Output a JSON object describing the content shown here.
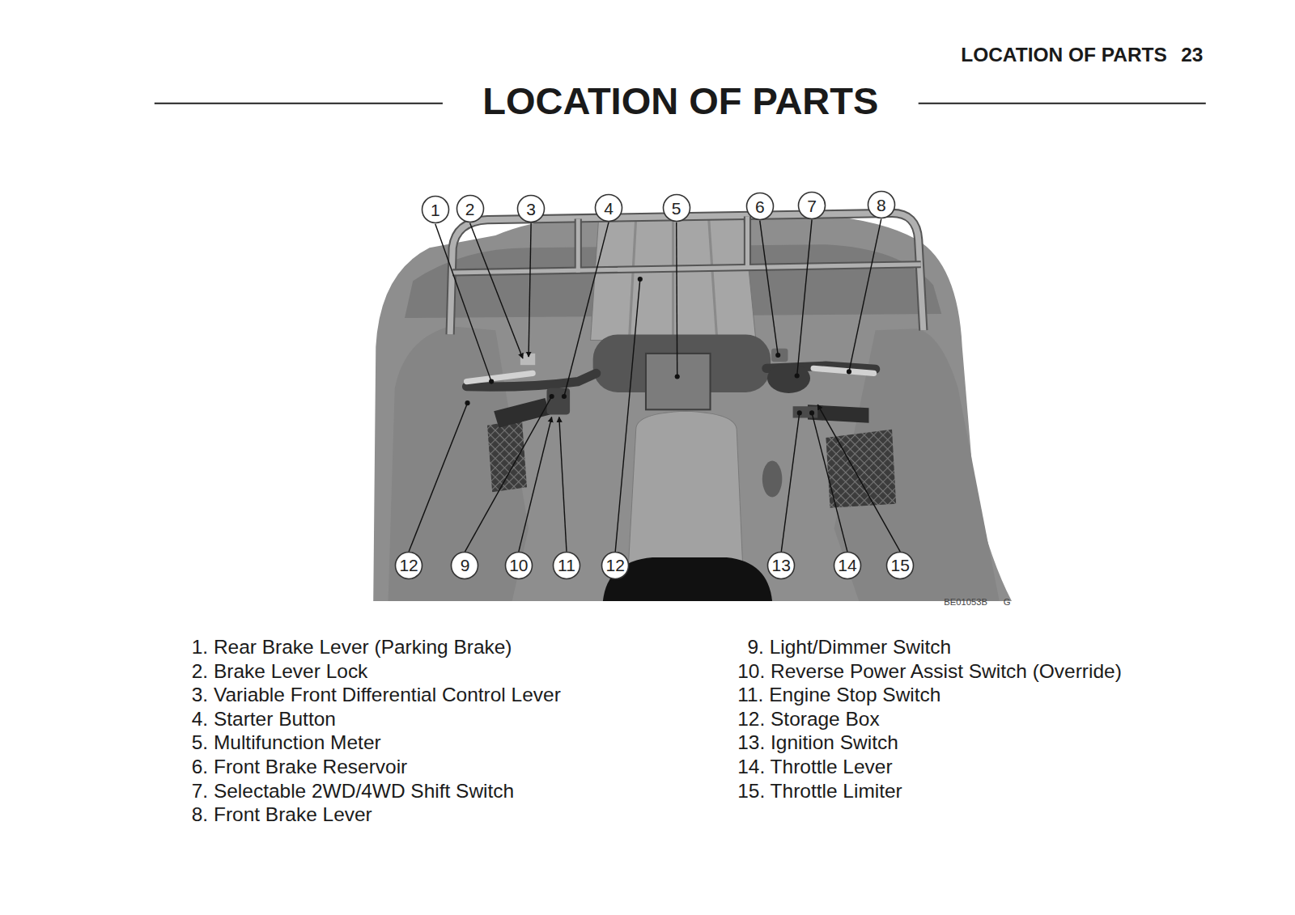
{
  "diagram": {
    "title": "LOCATION OF PARTS",
    "nodes": [
      {
        "text": [
          "1"
        ]
      },
      {
        "text": [
          "2"
        ]
      },
      {
        "text": [
          "3"
        ]
      },
      {
        "text": [
          "4"
        ]
      },
      {
        "text": [
          "5"
        ]
      },
      {
        "text": [
          "6"
        ]
      },
      {
        "text": [
          "7"
        ]
      },
      {
        "text": [
          "8"
        ]
      },
      {
        "text": [
          "12"
        ]
      },
      {
        "text": [
          "9"
        ]
      },
      {
        "text": [
          "10"
        ]
      },
      {
        "text": [
          "11"
        ]
      },
      {
        "text": [
          "12"
        ]
      },
      {
        "text": [
          "13"
        ]
      },
      {
        "text": [
          "14"
        ]
      },
      {
        "text": [
          "15"
        ]
      }
    ],
    "labels": [
      "LOCATION OF PARTS",
      "23",
      "BE01053B",
      "G",
      "1. Rear Brake Lever (Parking Brake)",
      "2. Brake Lever Lock",
      "3. Variable Front Differential Control Lever",
      "4. Starter Button",
      "5. Multifunction Meter",
      "6. Front Brake Reservoir",
      "7. Selectable 2WD/4WD Shift Switch",
      "8. Front Brake Lever",
      "9. Light/Dimmer Switch",
      "10. Reverse Power Assist Switch (Override)",
      "11. Engine Stop Switch",
      "12. Storage Box",
      "13. Ignition Switch",
      "14. Throttle Lever",
      "15. Throttle Limiter"
    ]
  }
}
